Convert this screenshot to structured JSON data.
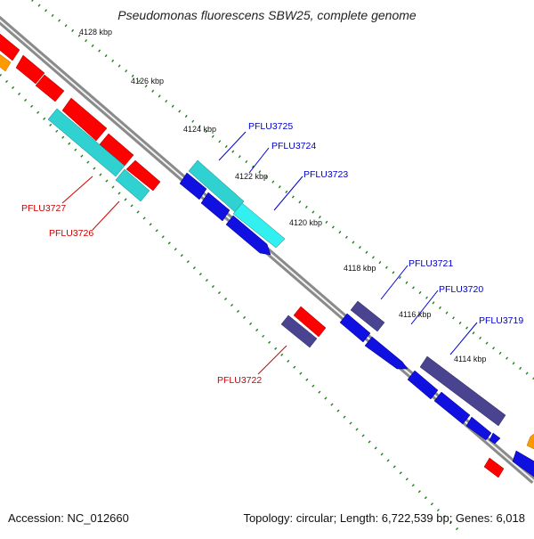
{
  "title": "Pseudomonas fluorescens SBW25, complete genome",
  "footer": {
    "accession": "Accession: NC_012660",
    "summary": "Topology: circular; Length: 6,722,539 bp; Genes: 6,018"
  },
  "colors": {
    "backbone": "#8a8a8a",
    "tick_dots": "#1e7d1e",
    "reverse_red": "#ff0000",
    "reverse_cyan": "#2fd1d1",
    "forward_blue": "#1010e0",
    "forward_purple": "#4a4490",
    "orange": "#ff9900",
    "label_blue": "#0000cc",
    "label_red": "#cc0000"
  },
  "kbp_labels": [
    "4128 kbp",
    "4126 kbp",
    "4124 kbp",
    "4122 kbp",
    "4120 kbp",
    "4118 kbp",
    "4116 kbp",
    "4114 kbp"
  ],
  "gene_labels": {
    "pflu3725": "PFLU3725",
    "pflu3724": "PFLU3724",
    "pflu3723": "PFLU3723",
    "pflu3727": "PFLU3727",
    "pflu3726": "PFLU3726",
    "pflu3721": "PFLU3721",
    "pflu3720": "PFLU3720",
    "pflu3719": "PFLU3719",
    "pflu3722": "PFLU3722"
  }
}
